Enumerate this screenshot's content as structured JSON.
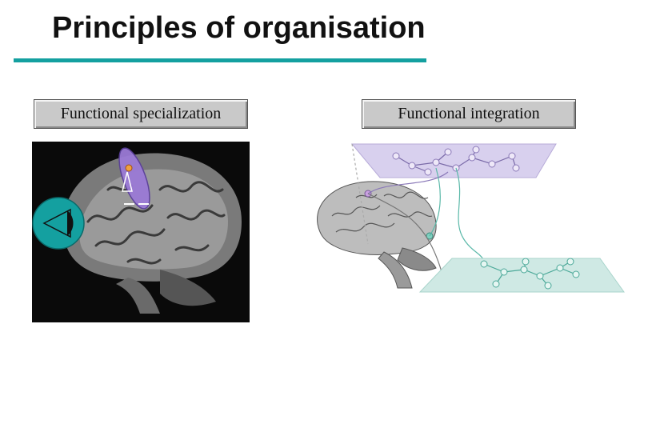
{
  "slide": {
    "title": "Principles of organisation",
    "accent_color": "#14a0a0"
  },
  "left": {
    "label": "Functional specialization",
    "icons": [
      "brain-photo",
      "eye-icon",
      "active-region-highlight"
    ]
  },
  "right": {
    "label": "Functional integration",
    "icons": [
      "brain-illustration",
      "network-graph-top",
      "network-graph-bottom"
    ]
  }
}
